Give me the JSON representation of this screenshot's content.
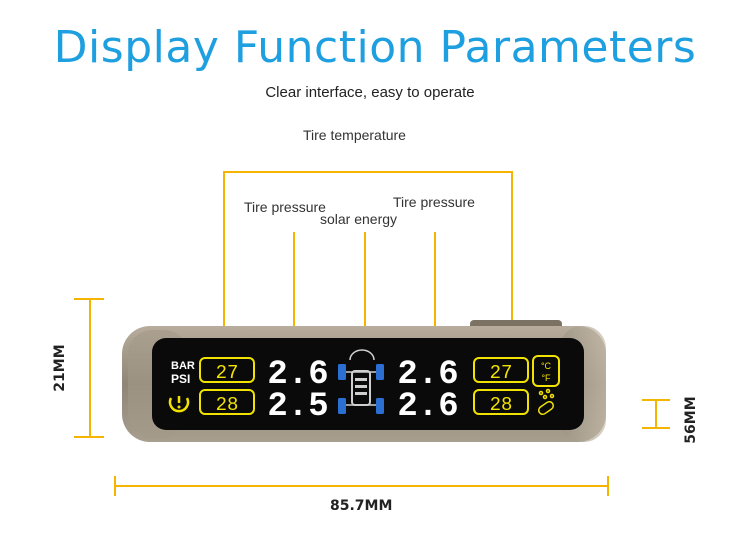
{
  "header": {
    "title": "Display Function Parameters",
    "subtitle": "Clear interface, easy to operate"
  },
  "callouts": {
    "tire_temperature": "Tire temperature",
    "tire_pressure_left": "Tire pressure",
    "tire_pressure_right": "Tire pressure",
    "solar_energy": "solar energy"
  },
  "dimensions": {
    "height": "21MM",
    "width": "85.7MM",
    "depth": "56MM"
  },
  "display": {
    "unit_bar": "BAR",
    "unit_psi": "PSI",
    "temp_front_left": "27",
    "temp_rear_left": "28",
    "temp_front_right": "27",
    "temp_rear_right": "28",
    "pressure_front_left": "2.6",
    "pressure_rear_left": "2.5",
    "pressure_front_right": "2.6",
    "pressure_rear_right": "2.6",
    "unit_c": "°C",
    "unit_f": "°F"
  },
  "colors": {
    "title": "#1e9fe0",
    "accent": "#f5b400",
    "lcd_yellow": "#f2e200",
    "lcd_background": "#0a0a0a",
    "tire_blue": "#2a6fd1"
  }
}
